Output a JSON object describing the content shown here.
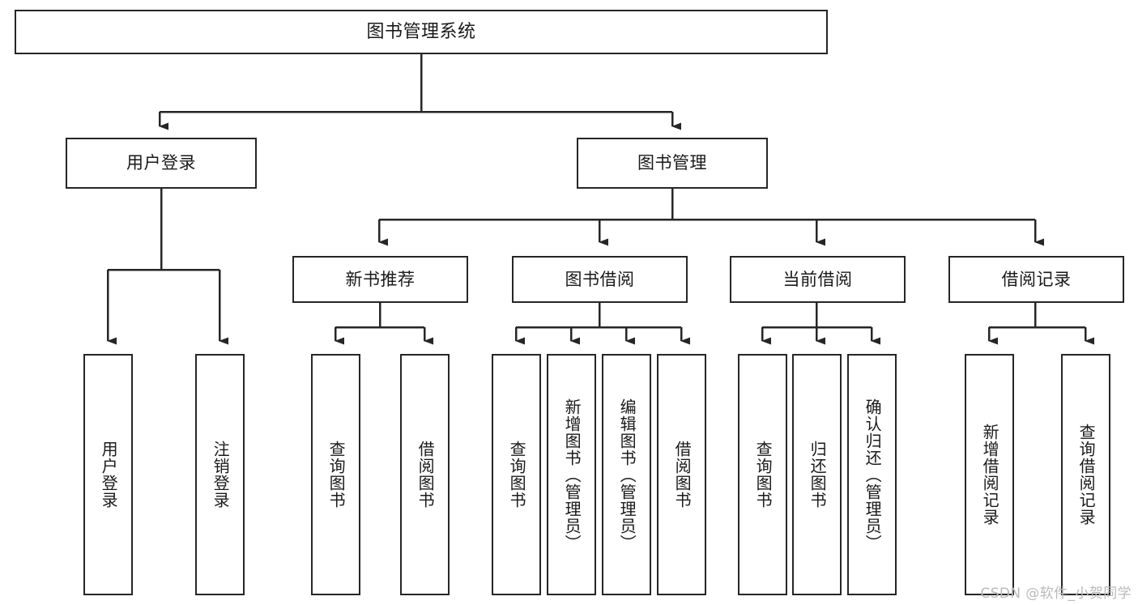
{
  "diagram": {
    "title": "图书管理系统",
    "type": "hierarchy-tree",
    "colors": {
      "border": "#262626",
      "background": "#ffffff",
      "text": "#1a1a1a",
      "edge": "#262626",
      "watermark": "#b9b9b9"
    },
    "watermark": "CSDN @软件_小贺同学",
    "levels": {
      "root": {
        "label": "图书管理系统"
      },
      "level2": [
        {
          "id": "user-login",
          "label": "用户登录"
        },
        {
          "id": "book-management",
          "label": "图书管理"
        }
      ],
      "level3": [
        {
          "id": "new-book-recommend",
          "label": "新书推荐"
        },
        {
          "id": "book-borrow",
          "label": "图书借阅"
        },
        {
          "id": "current-borrow",
          "label": "当前借阅"
        },
        {
          "id": "borrow-record",
          "label": "借阅记录"
        }
      ],
      "leaves": {
        "user-login": [
          {
            "id": "leaf-user-login",
            "label": "用户登录"
          },
          {
            "id": "leaf-user-logout",
            "label": "注销登录"
          }
        ],
        "new-book-recommend": [
          {
            "id": "leaf-query-book-1",
            "label": "查询图书"
          },
          {
            "id": "leaf-borrow-book-1",
            "label": "借阅图书"
          }
        ],
        "book-borrow": [
          {
            "id": "leaf-query-book-2",
            "label": "查询图书"
          },
          {
            "id": "leaf-add-book",
            "label": "新增图书（管理员）"
          },
          {
            "id": "leaf-edit-book",
            "label": "编辑图书（管理员）"
          },
          {
            "id": "leaf-borrow-book-2",
            "label": "借阅图书"
          }
        ],
        "current-borrow": [
          {
            "id": "leaf-query-book-3",
            "label": "查询图书"
          },
          {
            "id": "leaf-return-book",
            "label": "归还图书"
          },
          {
            "id": "leaf-confirm-return",
            "label": "确认归还（管理员）"
          }
        ],
        "borrow-record": [
          {
            "id": "leaf-add-record",
            "label": "新增借阅记录"
          },
          {
            "id": "leaf-query-record",
            "label": "查询借阅记录"
          }
        ]
      }
    }
  }
}
